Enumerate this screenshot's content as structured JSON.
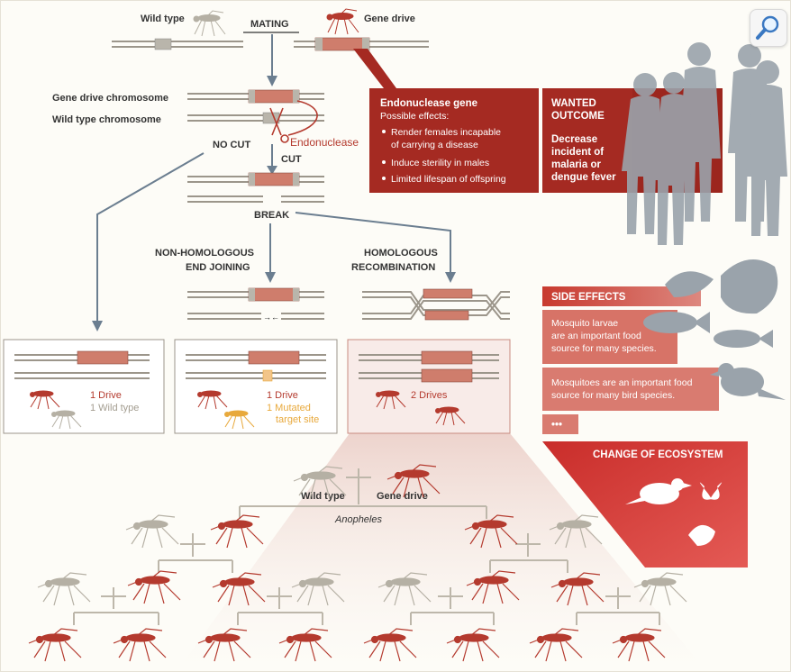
{
  "top": {
    "wild_type": "Wild type",
    "mating": "MATING",
    "gene_drive": "Gene drive"
  },
  "chromosomes": {
    "gene_drive_chromosome": "Gene drive chromosome",
    "wild_type_chromosome": "Wild type chromosome"
  },
  "process": {
    "endonuclease": "Endonuclease",
    "no_cut": "NO CUT",
    "cut": "CUT",
    "break": "BREAK",
    "nhej_line1": "NON-HOMOLOGOUS",
    "nhej_line2": "END JOINING",
    "hr_line1": "HOMOLOGOUS",
    "hr_line2": "RECOMBINATION"
  },
  "endonuclease_card": {
    "title": "Endonuclease gene",
    "subtitle": "Possible effects:",
    "effects": [
      [
        "Render females incapable",
        "of carrying a disease"
      ],
      [
        "Induce sterility in males"
      ],
      [
        "Limited lifespan of offspring"
      ]
    ]
  },
  "wanted_outcome": {
    "title_line1": "WANTED",
    "title_line2": "OUTCOME",
    "text": [
      "Decrease",
      "incident of",
      "malaria or",
      "dengue fever"
    ]
  },
  "outcome_boxes": {
    "box1": {
      "line1": "1 Drive",
      "line2": "1 Wild type"
    },
    "box2": {
      "line1": "1 Drive",
      "line2": "1 Mutated",
      "line3": "target site"
    },
    "box3": {
      "line1": "2 Drives"
    }
  },
  "side_effects": {
    "title": "SIDE EFFECTS",
    "item1": [
      "Mosquito larvae",
      "are an important food",
      "source for many species."
    ],
    "item2": [
      "Mosquitoes are an important food",
      "source for many bird species."
    ],
    "more": "•••",
    "ecosystem": "CHANGE OF ECOSYSTEM"
  },
  "tree": {
    "wild_type": "Wild type",
    "gene_drive": "Gene drive",
    "species": "Anopheles"
  },
  "colors": {
    "drive_red": "#b43a2e",
    "dark_red": "#a52a22",
    "gray_insect": "#b5b0a4",
    "mutation_orange": "#e8a93c",
    "silhouette": "#9aa3ab"
  },
  "icons": {
    "zoom": "magnifier-icon"
  }
}
